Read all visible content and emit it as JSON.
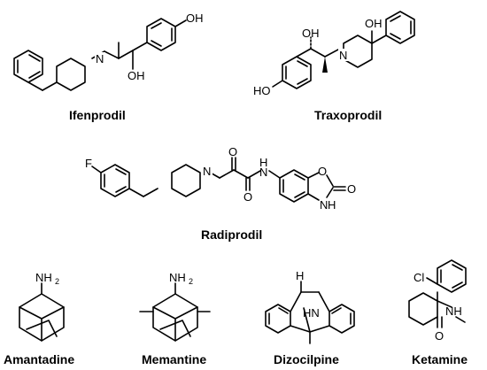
{
  "molecules": [
    {
      "name": "Ifenprodil",
      "atoms": {
        "oh1": "OH",
        "n": "N",
        "oh2": "OH"
      }
    },
    {
      "name": "Traxoprodil",
      "atoms": {
        "oh1": "OH",
        "oh2": "OH",
        "n": "N",
        "ho": "HO"
      }
    },
    {
      "name": "Radiprodil",
      "atoms": {
        "f": "F",
        "n1": "N",
        "o1": "O",
        "o2": "O",
        "nh": "H",
        "n2": "N",
        "o3": "O",
        "o4": "O",
        "nh2": "H",
        "n3": "N"
      }
    },
    {
      "name": "Amantadine",
      "atoms": {
        "nh2": "NH",
        "sub": "2"
      }
    },
    {
      "name": "Memantine",
      "atoms": {
        "nh2": "NH",
        "sub": "2"
      }
    },
    {
      "name": "Dizocilpine",
      "atoms": {
        "h": "H",
        "hn": "HN"
      }
    },
    {
      "name": "Ketamine",
      "atoms": {
        "cl": "Cl",
        "nh": "NH",
        "o": "O"
      }
    }
  ]
}
